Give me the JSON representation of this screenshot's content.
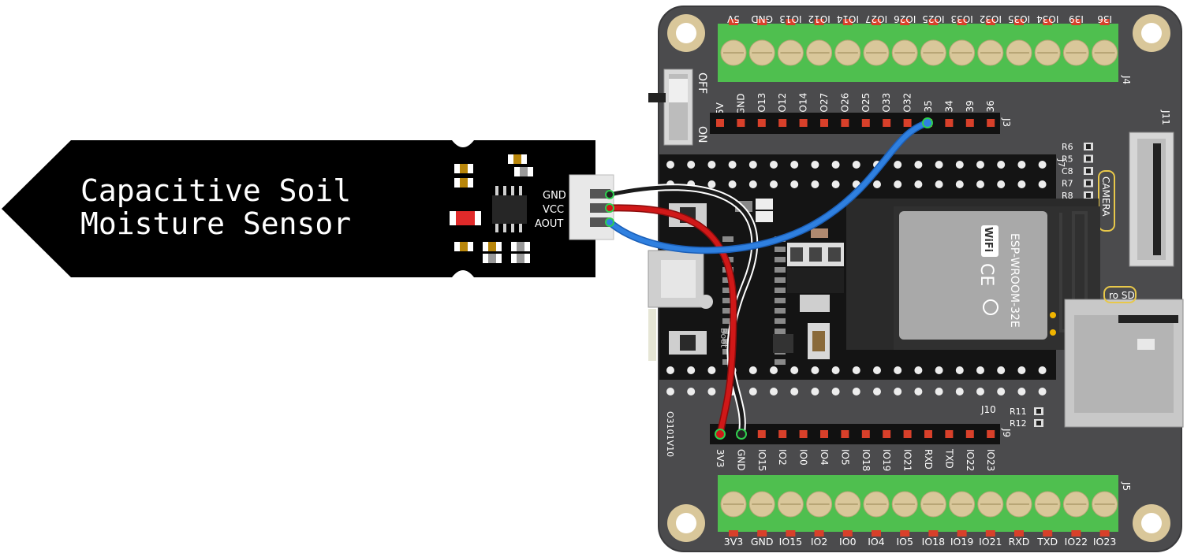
{
  "sensor": {
    "title_line1": "Capacitive Soil",
    "title_line2": "Moisture Sensor",
    "pins": [
      "GND",
      "VCC",
      "AOUT"
    ]
  },
  "board": {
    "top_terminal_labels": [
      "5V",
      "GND",
      "IO13",
      "IO12",
      "IO14",
      "IO27",
      "IO26",
      "IO25",
      "IO33",
      "IO32",
      "IO35",
      "IO34",
      "I39",
      "I36"
    ],
    "top_terminal_ref": "J4",
    "top_header_labels": [
      "5V",
      "GND",
      "IO13",
      "IO12",
      "IO14",
      "IO27",
      "IO26",
      "IO25",
      "IO33",
      "IO32",
      "I35",
      "I34",
      "I39",
      "I36"
    ],
    "top_header_ref": "J3",
    "bottom_header_labels": [
      "3V3",
      "GND",
      "IO15",
      "IO2",
      "IO0",
      "IO4",
      "IO5",
      "IO18",
      "IO19",
      "IO21",
      "RXD",
      "TXD",
      "IO22",
      "IO23"
    ],
    "bottom_header_ref": "J9",
    "bottom_terminal_labels": [
      "3V3",
      "GND",
      "IO15",
      "IO2",
      "IO0",
      "IO4",
      "IO5",
      "IO18",
      "IO19",
      "IO21",
      "RXD",
      "TXD",
      "IO22",
      "IO23"
    ],
    "bottom_terminal_ref": "J5",
    "switch_off": "OFF",
    "switch_on": "ON",
    "version": "O3101V10",
    "module_name": "ESP-WROOM-32E",
    "wifi_mark": "WiFi",
    "ce_mark": "CE",
    "camera_label": "CAMERA",
    "camera_ref": "J11",
    "sd_label": "ro SD",
    "j10_label": "J10",
    "j7_label": "J7",
    "boot_label": "Boot",
    "resistors_right": [
      "R6",
      "R5",
      "C8",
      "R7",
      "R8"
    ],
    "resistors_bottom": [
      "R11",
      "R12"
    ]
  },
  "wires": [
    {
      "from": "GND",
      "to": "GND",
      "color": "#1a1a1a"
    },
    {
      "from": "VCC",
      "to": "3V3",
      "color": "#d01818"
    },
    {
      "from": "AOUT",
      "to": "I35",
      "color": "#2f80e0"
    }
  ],
  "colors": {
    "board": "#4d4d4f",
    "terminal_green": "#4fbf4f",
    "header_red": "#d8402a",
    "sensor_body": "#000000"
  }
}
